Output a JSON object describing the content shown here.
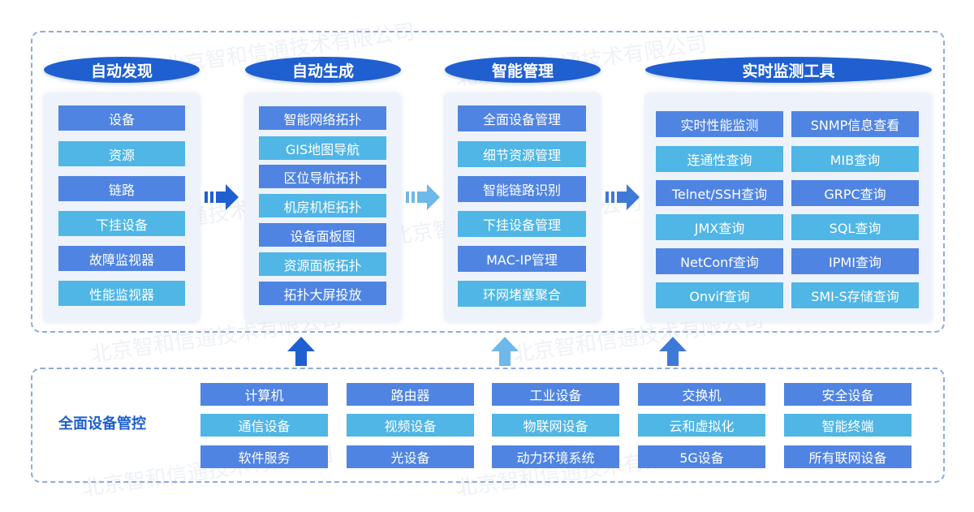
{
  "watermark": "北京智和信通技术有限公司",
  "columns": [
    {
      "title": "自动发现",
      "items": [
        "设备",
        "资源",
        "链路",
        "下挂设备",
        "故障监视器",
        "性能监视器"
      ]
    },
    {
      "title": "自动生成",
      "items": [
        "智能网络拓扑",
        "GIS地图导航",
        "区位导航拓扑",
        "机房机柜拓扑",
        "设备面板图",
        "资源面板拓扑",
        "拓扑大屏投放"
      ]
    },
    {
      "title": "智能管理",
      "items": [
        "全面设备管理",
        "细节资源管理",
        "智能链路识别",
        "下挂设备管理",
        "MAC-IP管理",
        "环网堵塞聚合"
      ]
    },
    {
      "title": "实时监测工具",
      "items": [
        "实时性能监测",
        "SNMP信息查看",
        "连通性查询",
        "MIB查询",
        "Telnet/SSH查询",
        "GRPC查询",
        "JMX查询",
        "SQL查询",
        "NetConf查询",
        "IPMI查询",
        "Onvif查询",
        "SMI-S存储查询"
      ]
    }
  ],
  "bottom": {
    "title": "全面设备管控",
    "items": [
      "计算机",
      "路由器",
      "工业设备",
      "交换机",
      "安全设备",
      "通信设备",
      "视频设备",
      "物联网设备",
      "云和虚拟化",
      "智能终端",
      "软件服务",
      "光设备",
      "动力环境系统",
      "5G设备",
      "所有联网设备"
    ]
  },
  "colors": {
    "dark_blue": "#1f5fd0",
    "box_blue": "#4f84e2",
    "box_cyan": "#4fb6e6",
    "light_arrow": "#6fb8ea"
  }
}
